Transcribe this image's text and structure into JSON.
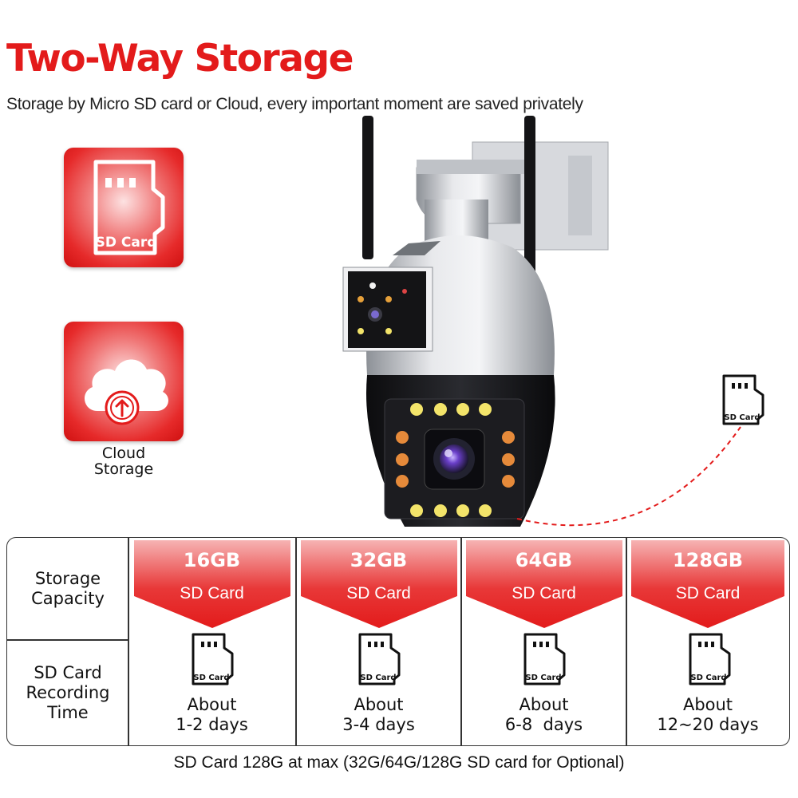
{
  "title": "Two-Way Storage",
  "subtitle": "Storage by Micro SD card or Cloud, every important moment are saved privately",
  "colors": {
    "accent": "#e31b1b",
    "tile_light": "#fde2e2",
    "text": "#111111"
  },
  "storage_options": {
    "sd_tile": {
      "icon": "sd-card-icon",
      "label": "SD Card"
    },
    "cloud_tile": {
      "icon": "cloud-upload-icon",
      "label": "Cloud Storage"
    }
  },
  "side_card": {
    "icon": "sd-card-icon",
    "label": "SD Card"
  },
  "table": {
    "row_labels": {
      "capacity": "Storage Capacity",
      "recording": "SD Card Recording Time"
    },
    "columns": [
      {
        "size": "16GB",
        "kind": "SD Card",
        "card_label": "SD Card",
        "about": "About",
        "days": "1-2 days"
      },
      {
        "size": "32GB",
        "kind": "SD Card",
        "card_label": "SD Card",
        "about": "About",
        "days": "3-4 days"
      },
      {
        "size": "64GB",
        "kind": "SD Card",
        "card_label": "SD Card",
        "about": "About",
        "days": "6-8  days"
      },
      {
        "size": "128GB",
        "kind": "SD Card",
        "card_label": "SD Card",
        "about": "About",
        "days": "12~20 days"
      }
    ]
  },
  "footer": "SD Card 128G at max (32G/64G/128G SD card for Optional)"
}
